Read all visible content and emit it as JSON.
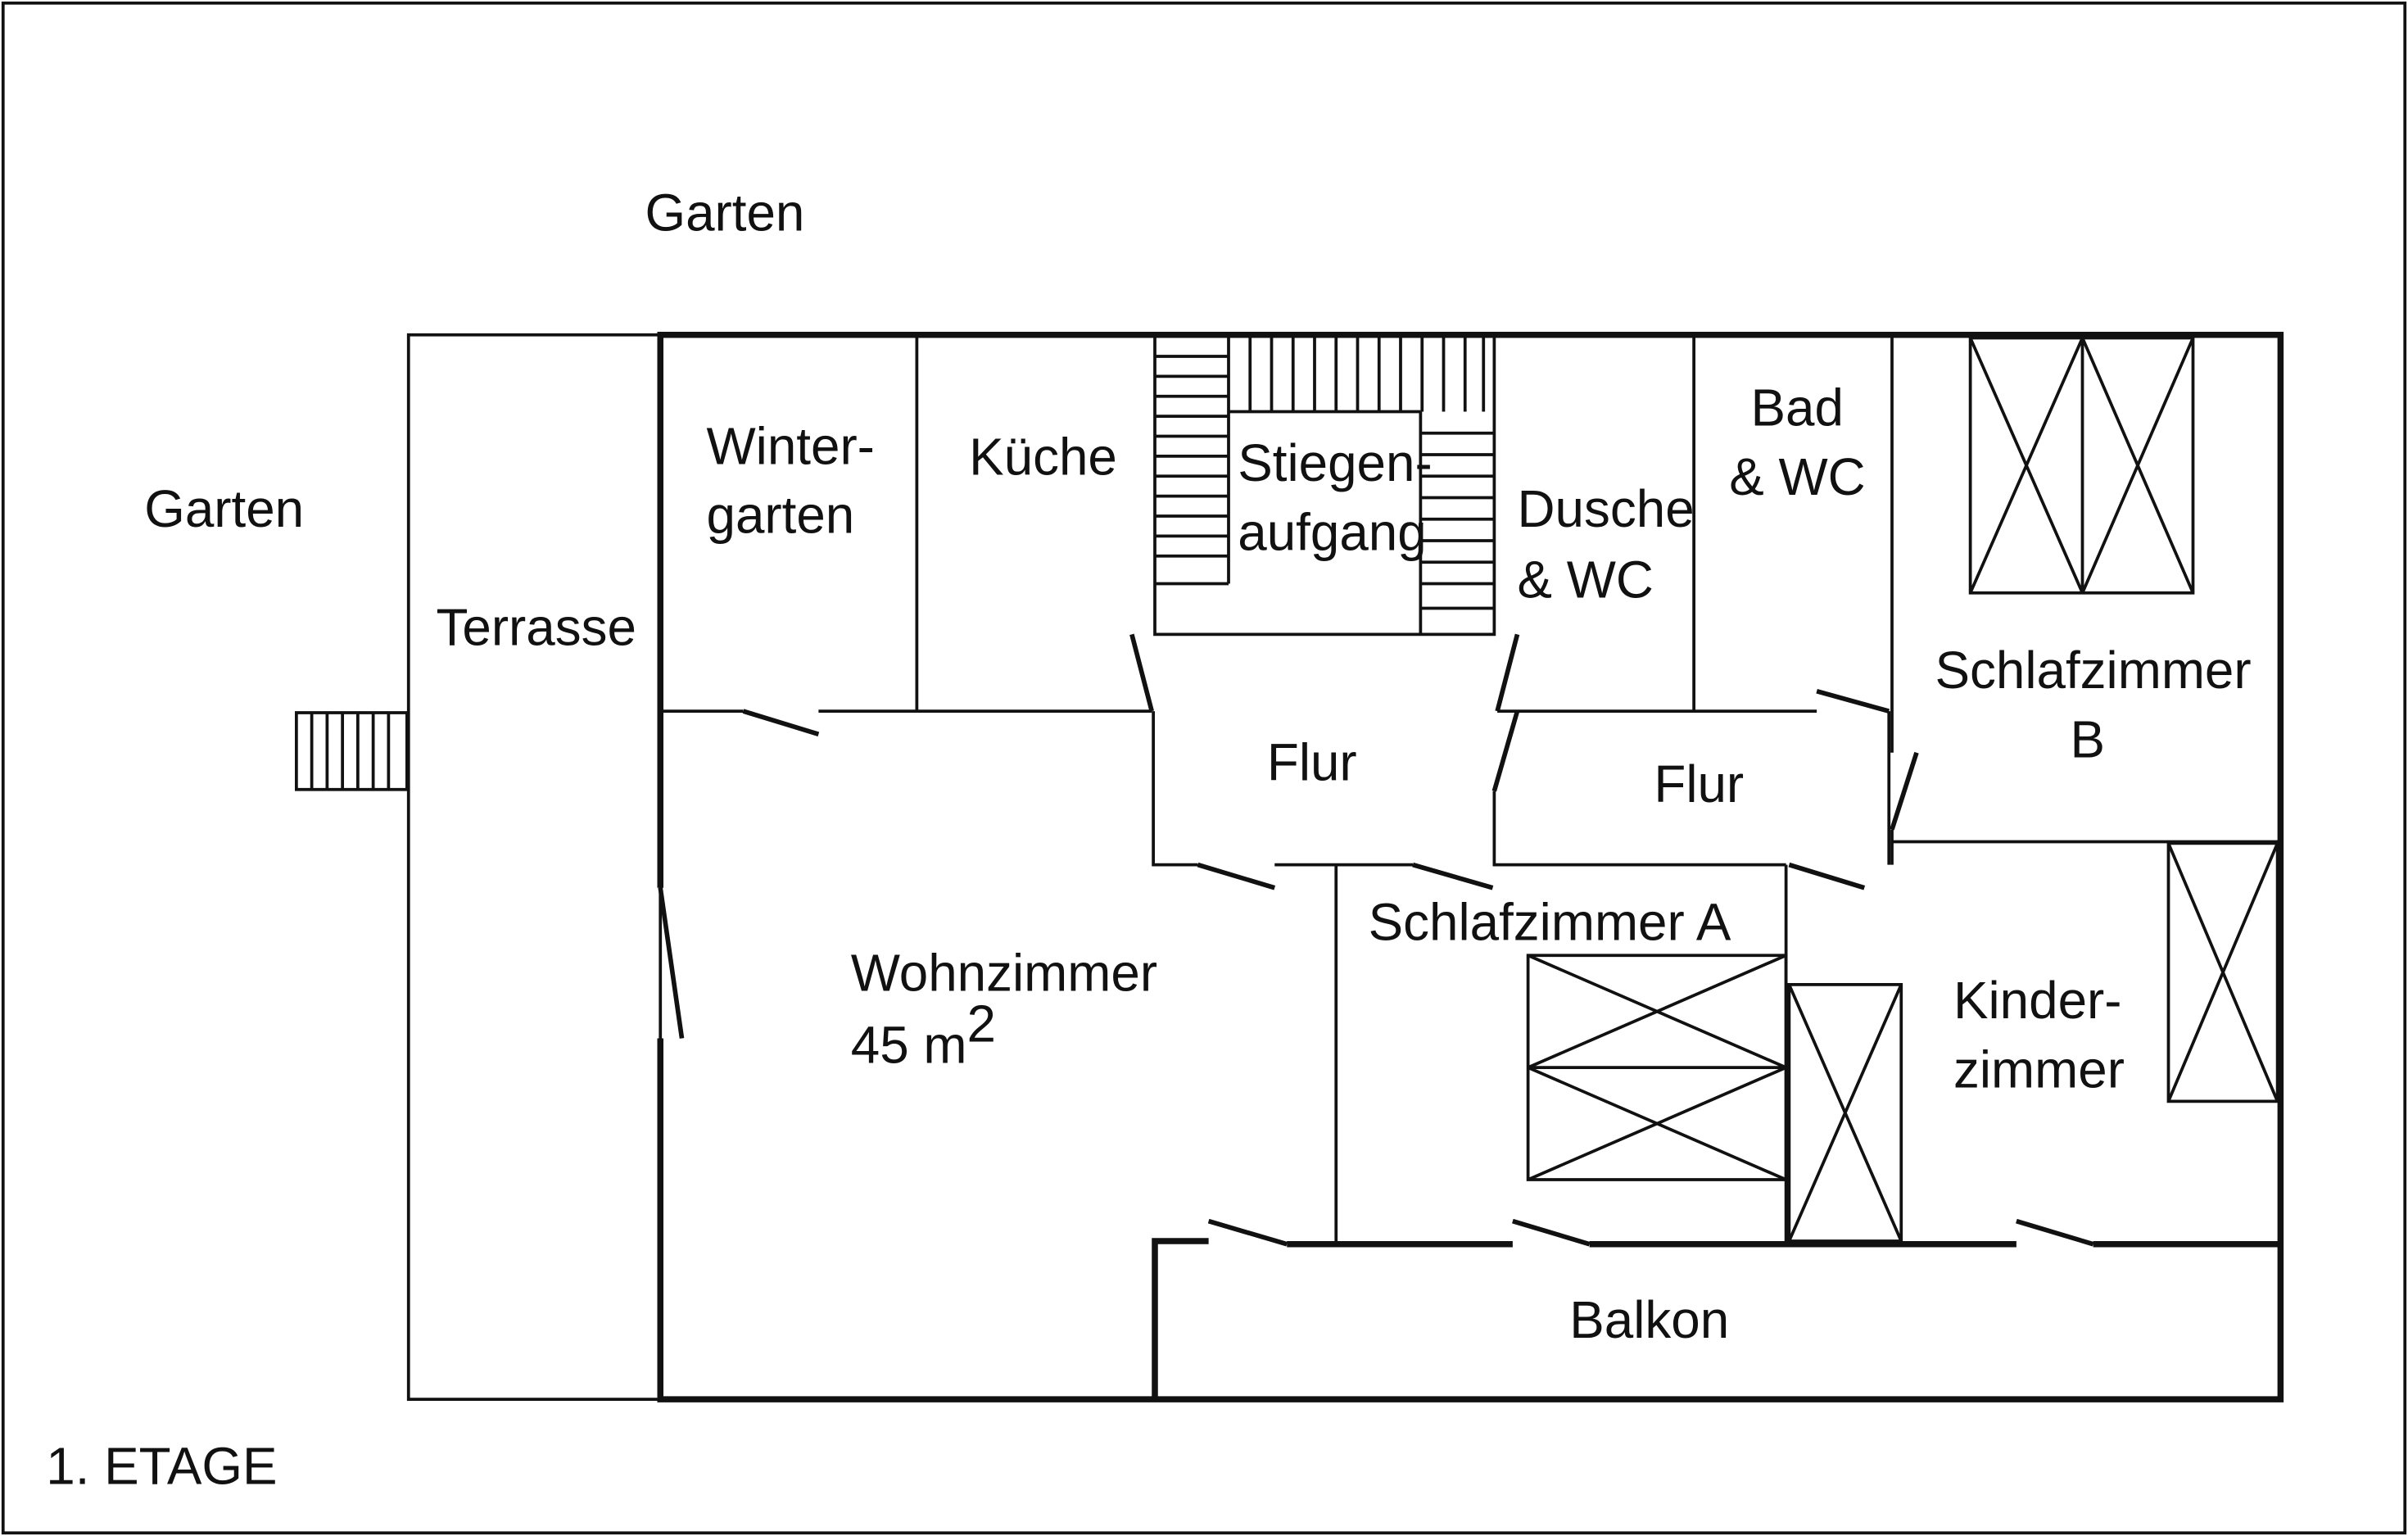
{
  "title": "1. ETAGE",
  "outside": {
    "garden_top": "Garten",
    "garden_left": "Garten",
    "terrace": "Terrasse"
  },
  "rooms": {
    "wintergarten": [
      "Winter-",
      "garten"
    ],
    "kueche": "Küche",
    "stiegenaufgang": [
      "Stiegen-",
      "aufgang"
    ],
    "dusche_wc": [
      "Dusche",
      "& WC"
    ],
    "bad_wc": [
      "Bad",
      "& WC"
    ],
    "schlafzimmer_b": [
      "Schlafzimmer",
      "B"
    ],
    "flur_left": "Flur",
    "flur_right": "Flur",
    "schlafzimmer_a": "Schlafzimmer A",
    "wohnzimmer": "Wohnzimmer",
    "wohnzimmer_area": "45 m",
    "wohnzimmer_area_sup": "2",
    "kinderzimmer": [
      "Kinder-",
      "zimmer"
    ],
    "balkon": "Balkon"
  }
}
